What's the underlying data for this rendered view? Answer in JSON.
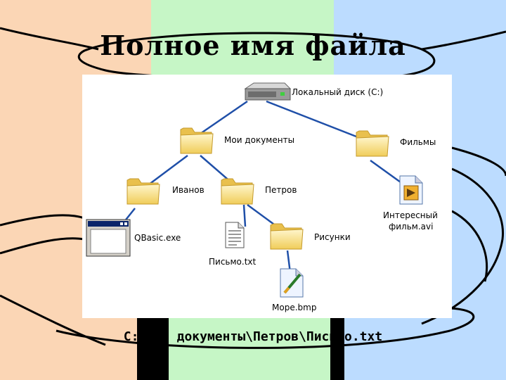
{
  "slide": {
    "title": "Полное имя файла",
    "path": "C:\\Мои документы\\Петров\\Письмо.txt"
  },
  "tree": {
    "root": "Локальный диск (C:)",
    "my_documents": "Мои документы",
    "movies": "Фильмы",
    "ivanov": "Иванов",
    "petrov": "Петров",
    "pictures": "Рисунки",
    "qbasic": "QBasic.exe",
    "letter": "Письмо.txt",
    "sea": "Море.bmp",
    "film_line1": "Интересный",
    "film_line2": "фильм.avi"
  },
  "colors": {
    "peach": "#fbd6b5",
    "green": "#c6f6c6",
    "blue": "#bcdcff",
    "connector": "#1f4fa8",
    "folder": "#f5d97a"
  }
}
